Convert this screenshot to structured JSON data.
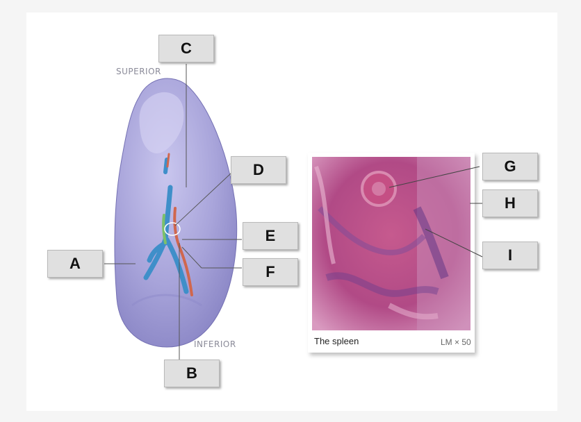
{
  "orientation": {
    "superior": "SUPERIOR",
    "inferior": "INFERIOR"
  },
  "labels": [
    "A",
    "B",
    "C",
    "D",
    "E",
    "F",
    "G",
    "H",
    "I"
  ],
  "micrograph": {
    "caption": "The spleen",
    "magnification": "LM × 50"
  },
  "colors": {
    "spleen": "#a7a3d9",
    "vein": "#3f8fc9",
    "artery": "#d0674e",
    "nerve": "#7cc06a",
    "box": "#e0e0e0"
  }
}
